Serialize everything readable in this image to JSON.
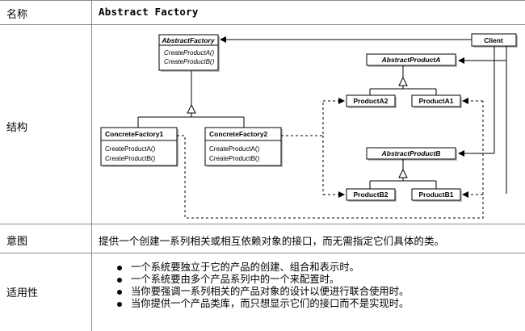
{
  "rows": {
    "name_label": "名称",
    "pattern_name": "Abstract Factory",
    "structure_label": "结构",
    "intent_label": "意图",
    "intent_text": "提供一个创建一系列相关或相互依赖对象的接口，而无需指定它们具体的类。",
    "applicability_label": "适用性",
    "applicability": [
      "一个系统要独立于它的产品的创建、组合和表示时。",
      "一个系统要由多个产品系列中的一个来配置时。",
      "当你要强调一系列相关的产品对象的设计以便进行联合使用时。",
      "当你提供一个产品类库，而只想显示它们的接口而不是实现时。"
    ]
  },
  "diagram": {
    "abstract_factory": {
      "name": "AbstractFactory",
      "methods": [
        "CreateProductA()",
        "CreateProductB()"
      ]
    },
    "concrete_factory1": {
      "name": "ConcreteFactory1",
      "methods": [
        "CreateProductA()",
        "CreateProductB()"
      ]
    },
    "concrete_factory2": {
      "name": "ConcreteFactory2",
      "methods": [
        "CreateProductA()",
        "CreateProductB()"
      ]
    },
    "client": "Client",
    "abstract_product_a": "AbstractProductA",
    "product_a2": "ProductA2",
    "product_a1": "ProductA1",
    "abstract_product_b": "AbstractProductB",
    "product_b2": "ProductB2",
    "product_b1": "ProductB1"
  }
}
